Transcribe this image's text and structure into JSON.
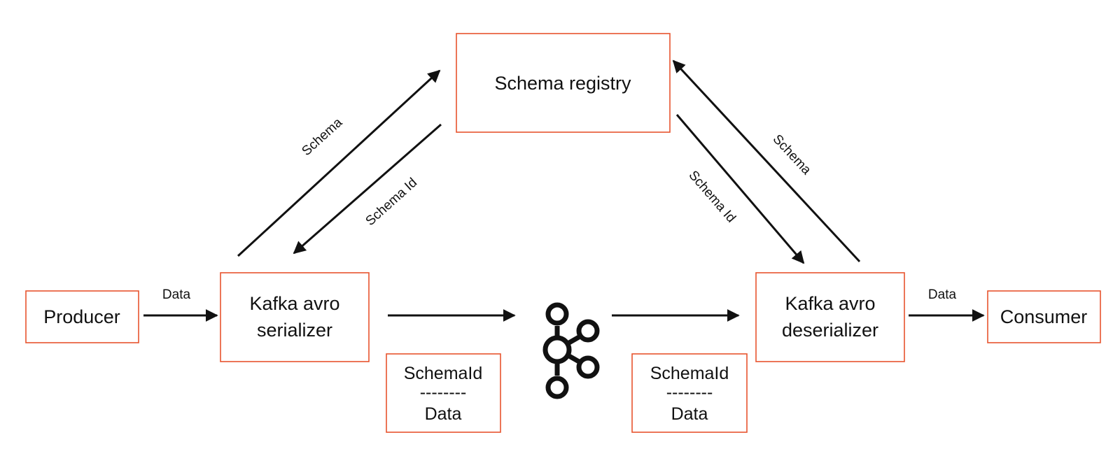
{
  "nodes": {
    "registry": "Schema registry",
    "producer": "Producer",
    "serializer": [
      "Kafka avro",
      "serializer"
    ],
    "deserializer": [
      "Kafka avro",
      "deserializer"
    ],
    "consumer": "Consumer"
  },
  "messages": {
    "left": {
      "schema_id": "SchemaId",
      "divider": "--------",
      "data": "Data"
    },
    "right": {
      "schema_id": "SchemaId",
      "divider": "--------",
      "data": "Data"
    }
  },
  "edge_labels": {
    "producer_to_serializer": "Data",
    "serializer_to_registry": "Schema",
    "registry_to_serializer": "Schema Id",
    "registry_to_deserializer": "Schema Id",
    "deserializer_to_registry": "Schema",
    "deserializer_to_consumer": "Data"
  },
  "icons": {
    "broker": "kafka-logo-icon"
  },
  "colors": {
    "box_border": "#e8542e",
    "line": "#111111"
  }
}
